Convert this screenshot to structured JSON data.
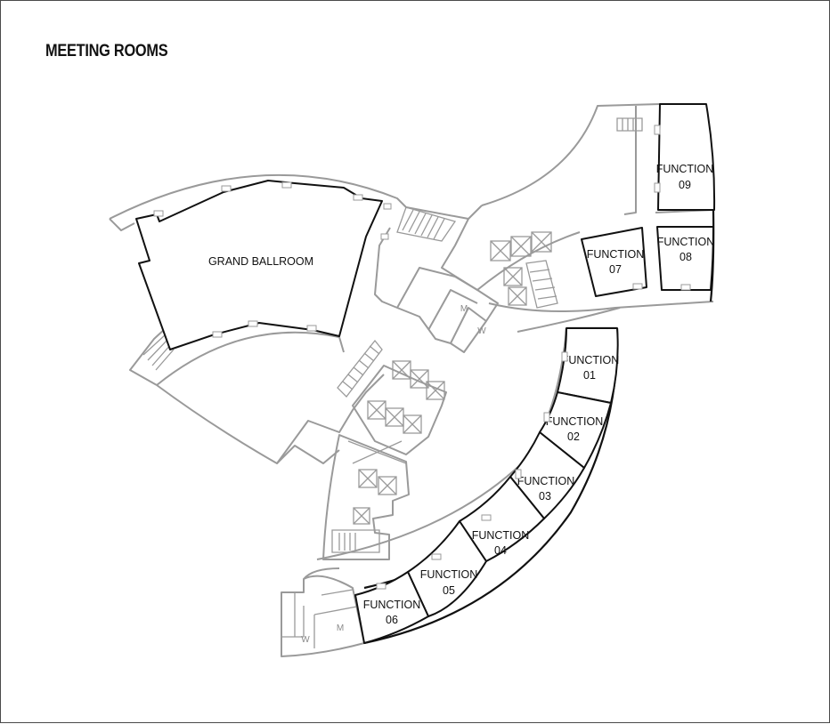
{
  "title": "MEETING ROOMS",
  "rooms": {
    "grand_ballroom": "GRAND BALLROOM",
    "function_label": "FUNCTION",
    "f01": "01",
    "f02": "02",
    "f03": "03",
    "f04": "04",
    "f05": "05",
    "f06": "06",
    "f07": "07",
    "f08": "08",
    "f09": "09"
  },
  "restrooms": {
    "men": "M",
    "women": "W"
  },
  "colors": {
    "room_outline": "#111111",
    "building_outline": "#9a9a9a"
  }
}
